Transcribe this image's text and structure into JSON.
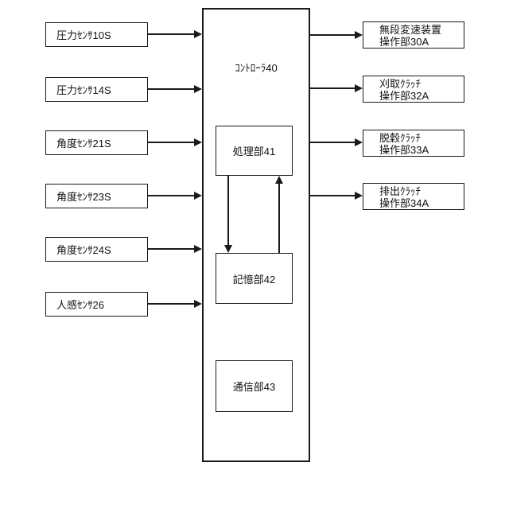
{
  "colors": {
    "background": "#ffffff",
    "box_fill": "#ffffff",
    "line": "#1a1a1a",
    "text": "#111111"
  },
  "controller": {
    "label": "ｺﾝﾄﾛｰﾗ40",
    "units": [
      {
        "label": "処理部41"
      },
      {
        "label": "記憶部42"
      },
      {
        "label": "通信部43"
      }
    ]
  },
  "sensors": [
    {
      "label": "圧力ｾﾝｻ10S"
    },
    {
      "label": "圧力ｾﾝｻ14S"
    },
    {
      "label": "角度ｾﾝｻ21S"
    },
    {
      "label": "角度ｾﾝｻ23S"
    },
    {
      "label": "角度ｾﾝｻ24S"
    },
    {
      "label": "人感ｾﾝｻ26"
    }
  ],
  "actuators": [
    {
      "line1": "無段変速装置",
      "line2": "操作部30A"
    },
    {
      "line1": "刈取ｸﾗｯﾁ",
      "line2": "操作部32A"
    },
    {
      "line1": "脱穀ｸﾗｯﾁ",
      "line2": "操作部33A"
    },
    {
      "line1": "排出ｸﾗｯﾁ",
      "line2": "操作部34A"
    }
  ]
}
